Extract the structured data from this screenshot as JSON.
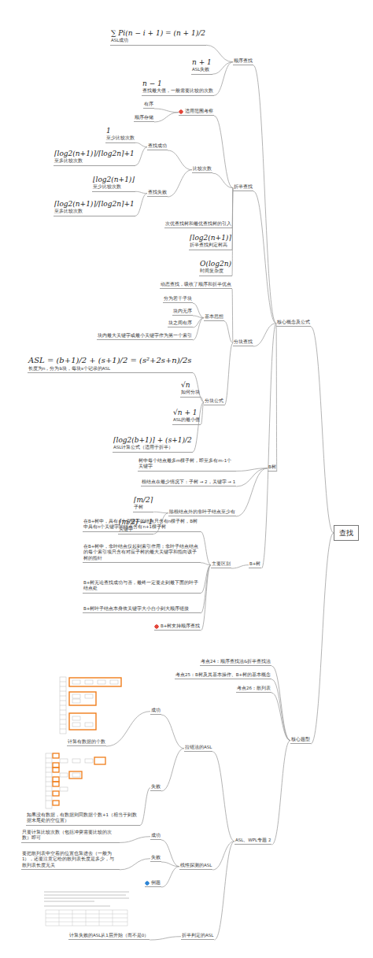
{
  "diagram": {
    "nodes": [
      {
        "text": [
          "查找"
        ]
      },
      {
        "text": [
          "核心概念及公式"
        ]
      },
      {
        "text": [
          "顺序查找"
        ]
      },
      {
        "text": [
          "∑ Pi(n − i + 1) = (n + 1)/2",
          "ASL成功"
        ]
      },
      {
        "text": [
          "n + 1",
          "ASL失败"
        ]
      },
      {
        "text": [
          "n − 1",
          "查找最大值，一般需要比较的次数"
        ]
      },
      {
        "text": [
          "折半查找"
        ]
      },
      {
        "text": [
          "适用范围考察"
        ]
      },
      {
        "text": [
          "有序"
        ]
      },
      {
        "text": [
          "顺序存储"
        ]
      },
      {
        "text": [
          "比较次数"
        ]
      },
      {
        "text": [
          "查找成功"
        ]
      },
      {
        "text": [
          "1",
          "至少比较次数"
        ]
      },
      {
        "text": [
          "⌈log2(n+1)⌉/⌈log2n⌉+1",
          "至多比较次数"
        ]
      },
      {
        "text": [
          "查找失败"
        ]
      },
      {
        "text": [
          "⌊log2(n+1)⌋",
          "至少比较次数"
        ]
      },
      {
        "text": [
          "⌈log2(n+1)⌉/⌈log2n⌉+1",
          "至多比较次数"
        ]
      },
      {
        "text": [
          "次优查找树和最优查找树的引入"
        ]
      },
      {
        "text": [
          "⌈log2(n+1)⌉",
          "折半查找判定树高"
        ]
      },
      {
        "text": [
          "O(log2n)",
          "时间复杂度"
        ]
      },
      {
        "text": [
          "分块查找"
        ]
      },
      {
        "text": [
          "动态查找，吸收了顺序和折半优点"
        ]
      },
      {
        "text": [
          "基本思想"
        ]
      },
      {
        "text": [
          "分为若干子块"
        ]
      },
      {
        "text": [
          "块内无序"
        ]
      },
      {
        "text": [
          "块之间有序"
        ]
      },
      {
        "text": [
          "块内最大关键字或最小关键字作为第一个索引"
        ]
      },
      {
        "text": [
          "分块公式"
        ]
      },
      {
        "text": [
          "ASL = (b+1)/2 + (s+1)/2 = (s²+2s+n)/2s",
          "长度为n，分为b块，每块s个记录的ASL"
        ]
      },
      {
        "text": [
          "√n",
          "如何分块"
        ]
      },
      {
        "text": [
          "√n + 1",
          "ASL的最小值"
        ]
      },
      {
        "text": [
          "⌈log2(b+1)⌉ + (s+1)/2",
          "ASL计算公式（适用于折半）"
        ]
      },
      {
        "text": [
          "B树"
        ]
      },
      {
        "text": [
          "树中每个结点最多m棵子树，即至多有m-1个关键字"
        ]
      },
      {
        "text": [
          "根结点在最少情况下：子树 → 2，关键字 → 1"
        ]
      },
      {
        "text": [
          "除根结点外的非叶子结点至少有"
        ]
      },
      {
        "text": [
          "⌈m/2⌉",
          "子树"
        ]
      },
      {
        "text": [
          "⌈m/2⌉ − 1",
          "关键字"
        ]
      },
      {
        "text": [
          "B+树"
        ]
      },
      {
        "text": [
          "主要区别"
        ]
      },
      {
        "text": [
          "在B+树中，具有n个关键字的结点只含有n棵子树，B树中具有n个关键字的结点含有n+1棵子树"
        ]
      },
      {
        "text": [
          "在B+树中，非叶结点仅起到索引作用；非叶子结点结点的每个索引项只含有对应子树的最大关键字和指向该子树的指针"
        ]
      },
      {
        "text": [
          "B+树无论查找成功与否，最终一定要走到最下面的叶子结点处"
        ]
      },
      {
        "text": [
          "B+树叶子结点本身依关键字大小自小到大顺序链接"
        ]
      },
      {
        "text": [
          "B+树支持顺序查找"
        ]
      },
      {
        "text": [
          "核心题型"
        ]
      },
      {
        "text": [
          "考点24：顺序查找法&折半查找法"
        ]
      },
      {
        "text": [
          "考点25：B树及其基本操作、B+树的基本概念"
        ]
      },
      {
        "text": [
          "考点26：散列表"
        ]
      },
      {
        "text": [
          "ASL、WPL专题 2"
        ]
      },
      {
        "text": [
          "拉链法的ASL"
        ]
      },
      {
        "text": [
          "成功"
        ]
      },
      {
        "text": [
          "计算有数据的个数"
        ]
      },
      {
        "text": [
          "失败"
        ]
      },
      {
        "text": [
          "如果没有数据，有数据则同数据个数+1（相当于到数据末尾处的空位置）"
        ]
      },
      {
        "text": [
          "线性探测的ASL"
        ]
      },
      {
        "text": [
          "成功"
        ]
      },
      {
        "text": [
          "只要计算比较次数（包括冲突需要比较的次数）即可"
        ]
      },
      {
        "text": [
          "失败"
        ]
      },
      {
        "text": [
          "要把散列表中空着的位置也算进去（一般为1），还要注意它给的散列表长度是多少，与散列表长度无关"
        ]
      },
      {
        "text": [
          "例题"
        ]
      },
      {
        "text": [
          "计算失败的ASL从1层开始（而不是0）"
        ]
      },
      {
        "text": [
          "折半判定的ASL"
        ]
      }
    ],
    "edges": [
      {
        "from": 0,
        "to": 1,
        "arrow": "none"
      },
      {
        "from": 1,
        "to": 2,
        "arrow": "none"
      },
      {
        "from": 2,
        "to": 3,
        "arrow": "none"
      },
      {
        "from": 2,
        "to": 4,
        "arrow": "none"
      },
      {
        "from": 2,
        "to": 5,
        "arrow": "none"
      },
      {
        "from": 1,
        "to": 6,
        "arrow": "none"
      },
      {
        "from": 6,
        "to": 7,
        "arrow": "none"
      },
      {
        "from": 7,
        "to": 8,
        "arrow": "none"
      },
      {
        "from": 7,
        "to": 9,
        "arrow": "none"
      },
      {
        "from": 6,
        "to": 10,
        "arrow": "none"
      },
      {
        "from": 10,
        "to": 11,
        "arrow": "none"
      },
      {
        "from": 11,
        "to": 12,
        "arrow": "none"
      },
      {
        "from": 11,
        "to": 13,
        "arrow": "none"
      },
      {
        "from": 10,
        "to": 14,
        "arrow": "none"
      },
      {
        "from": 14,
        "to": 15,
        "arrow": "none"
      },
      {
        "from": 14,
        "to": 16,
        "arrow": "none"
      },
      {
        "from": 6,
        "to": 17,
        "arrow": "none"
      },
      {
        "from": 6,
        "to": 18,
        "arrow": "none"
      },
      {
        "from": 6,
        "to": 19,
        "arrow": "none"
      },
      {
        "from": 1,
        "to": 20,
        "arrow": "none"
      },
      {
        "from": 20,
        "to": 21,
        "arrow": "none"
      },
      {
        "from": 20,
        "to": 22,
        "arrow": "none"
      },
      {
        "from": 22,
        "to": 23,
        "arrow": "none"
      },
      {
        "from": 22,
        "to": 24,
        "arrow": "none"
      },
      {
        "from": 22,
        "to": 25,
        "arrow": "none"
      },
      {
        "from": 22,
        "to": 26,
        "arrow": "none"
      },
      {
        "from": 20,
        "to": 27,
        "arrow": "none"
      },
      {
        "from": 27,
        "to": 28,
        "arrow": "none"
      },
      {
        "from": 27,
        "to": 29,
        "arrow": "none"
      },
      {
        "from": 27,
        "to": 30,
        "arrow": "none"
      },
      {
        "from": 27,
        "to": 31,
        "arrow": "none"
      },
      {
        "from": 1,
        "to": 32,
        "arrow": "none"
      },
      {
        "from": 32,
        "to": 33,
        "arrow": "none"
      },
      {
        "from": 32,
        "to": 34,
        "arrow": "none"
      },
      {
        "from": 32,
        "to": 35,
        "arrow": "none"
      },
      {
        "from": 35,
        "to": 36,
        "arrow": "none"
      },
      {
        "from": 35,
        "to": 37,
        "arrow": "none"
      },
      {
        "from": 1,
        "to": 38,
        "arrow": "none"
      },
      {
        "from": 38,
        "to": 39,
        "arrow": "none"
      },
      {
        "from": 39,
        "to": 40,
        "arrow": "none"
      },
      {
        "from": 39,
        "to": 41,
        "arrow": "none"
      },
      {
        "from": 39,
        "to": 42,
        "arrow": "none"
      },
      {
        "from": 39,
        "to": 43,
        "arrow": "none"
      },
      {
        "from": 39,
        "to": 44,
        "arrow": "none"
      },
      {
        "from": 0,
        "to": 45,
        "arrow": "none"
      },
      {
        "from": 45,
        "to": 46,
        "arrow": "none"
      },
      {
        "from": 45,
        "to": 47,
        "arrow": "none"
      },
      {
        "from": 45,
        "to": 48,
        "arrow": "none"
      },
      {
        "from": 45,
        "to": 49,
        "arrow": "none"
      },
      {
        "from": 49,
        "to": 50,
        "arrow": "none"
      },
      {
        "from": 50,
        "to": 51,
        "arrow": "none"
      },
      {
        "from": 51,
        "to": 52,
        "arrow": "none"
      },
      {
        "from": 50,
        "to": 53,
        "arrow": "none"
      },
      {
        "from": 53,
        "to": 54,
        "arrow": "none"
      },
      {
        "from": 49,
        "to": 55,
        "arrow": "none"
      },
      {
        "from": 55,
        "to": 56,
        "arrow": "none"
      },
      {
        "from": 56,
        "to": 57,
        "arrow": "none"
      },
      {
        "from": 55,
        "to": 58,
        "arrow": "none"
      },
      {
        "from": 58,
        "to": 59,
        "arrow": "none"
      },
      {
        "from": 55,
        "to": 60,
        "arrow": "none"
      },
      {
        "from": 49,
        "to": 62,
        "arrow": "none"
      },
      {
        "from": 62,
        "to": 61,
        "arrow": "none"
      }
    ]
  }
}
